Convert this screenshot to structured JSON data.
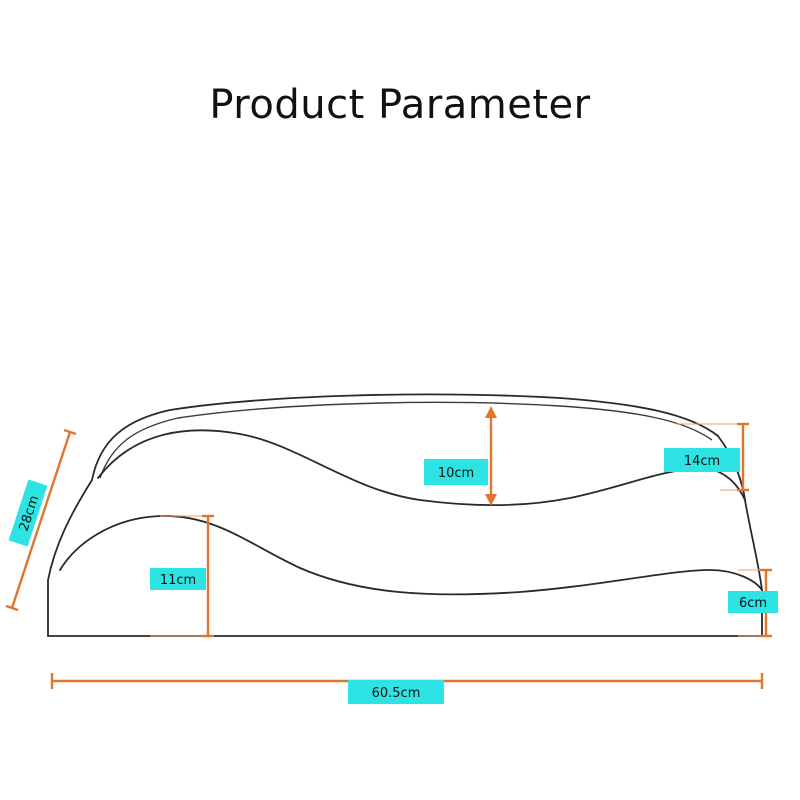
{
  "title": "Product Parameter",
  "colors": {
    "dimension_line": "#e0762c",
    "label_background": "#2ee3e3",
    "outline": "#2a2a2a"
  },
  "dimensions": {
    "diagonal_width": "28cm",
    "center_height": "10cm",
    "high_edge_height": "14cm",
    "low_edge_height": "11cm",
    "right_base_height": "6cm",
    "total_length": "60.5cm"
  }
}
